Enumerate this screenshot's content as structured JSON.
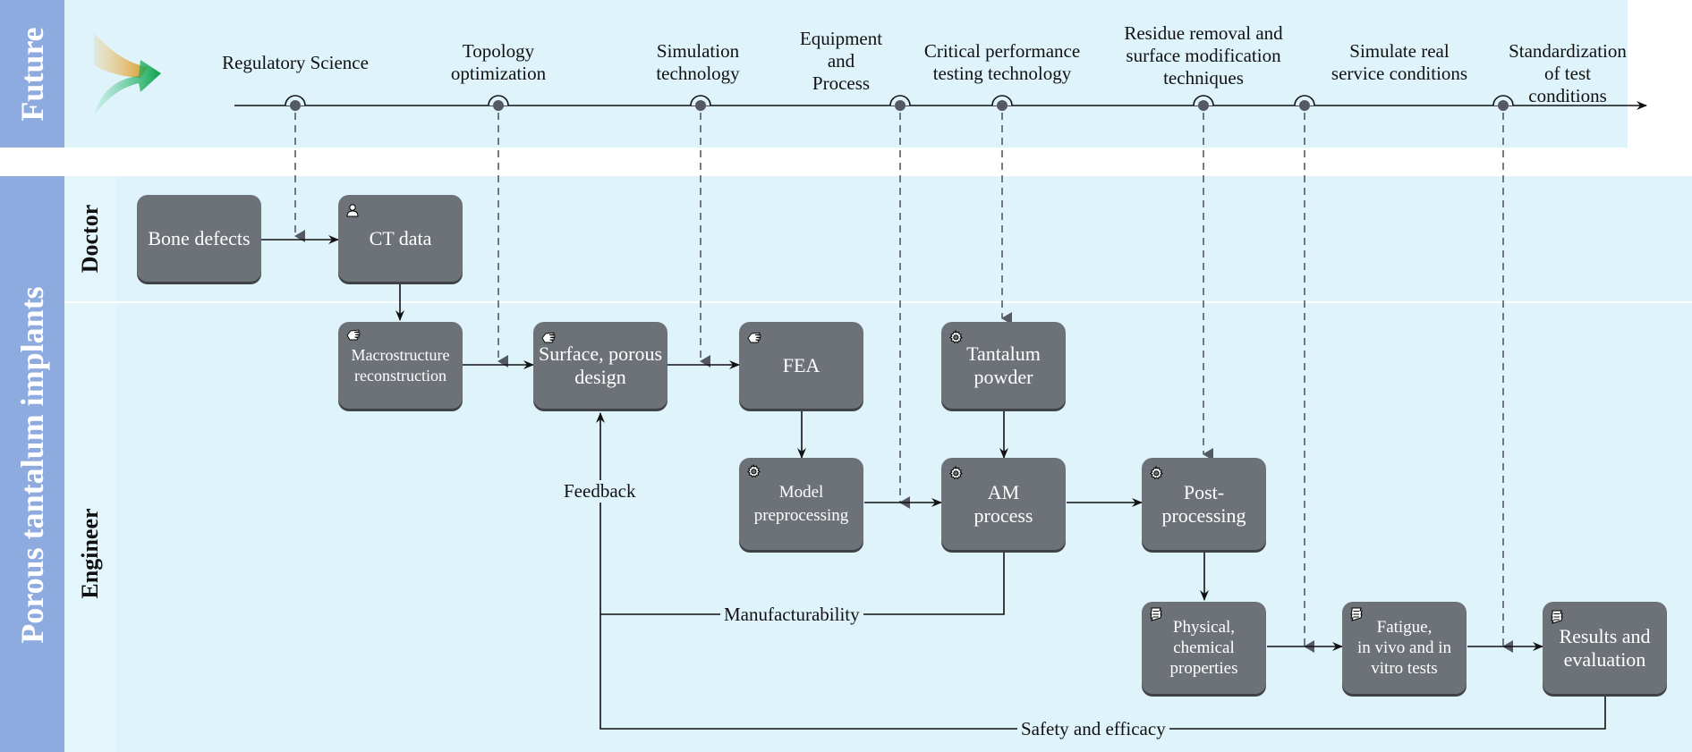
{
  "labels": {
    "future": "Future",
    "main": "Porous tantalum implants",
    "doctor_lane": "Doctor",
    "engineer_lane": "Engineer"
  },
  "timeline": [
    {
      "label": "Regulatory Science"
    },
    {
      "label": "Topology\noptimization"
    },
    {
      "label": "Simulation\ntechnology"
    },
    {
      "label": "Equipment\nand\nProcess"
    },
    {
      "label": "Critical performance\ntesting technology"
    },
    {
      "label": "Residue removal and\nsurface modification\ntechniques"
    },
    {
      "label": "Simulate real\nservice conditions"
    },
    {
      "label": "Standardization\nof test conditions"
    }
  ],
  "nodes": {
    "bone_defects": {
      "label": "Bone defects",
      "icon": "none"
    },
    "ct_data": {
      "label": "CT data",
      "icon": "user-icon"
    },
    "macro": {
      "label": "Macrostructure\nreconstruction",
      "icon": "hand-icon"
    },
    "surface": {
      "label": "Surface, porous\ndesign",
      "icon": "hand-icon"
    },
    "fea": {
      "label": "FEA",
      "icon": "hand-icon"
    },
    "tantalum": {
      "label": "Tantalum\npowder",
      "icon": "gear-icon"
    },
    "model_pre": {
      "label": "Model\npreprocessing",
      "icon": "gear-icon"
    },
    "am": {
      "label": "AM\nprocess",
      "icon": "gear-icon"
    },
    "post": {
      "label": "Post-\nprocessing",
      "icon": "gear-icon"
    },
    "physical": {
      "label": "Physical,\nchemical\nproperties",
      "icon": "script-icon"
    },
    "fatigue": {
      "label": "Fatigue,\nin vivo and in\nvitro tests",
      "icon": "script-icon"
    },
    "results": {
      "label": "Results and\nevaluation",
      "icon": "script-icon"
    }
  },
  "edge_labels": {
    "feedback": "Feedback",
    "manufacturability": "Manufacturability",
    "safety": "Safety and efficacy"
  },
  "colors": {
    "node": "#6d7178",
    "lane": "#dff3fb",
    "label_band": "#8eabe0"
  }
}
